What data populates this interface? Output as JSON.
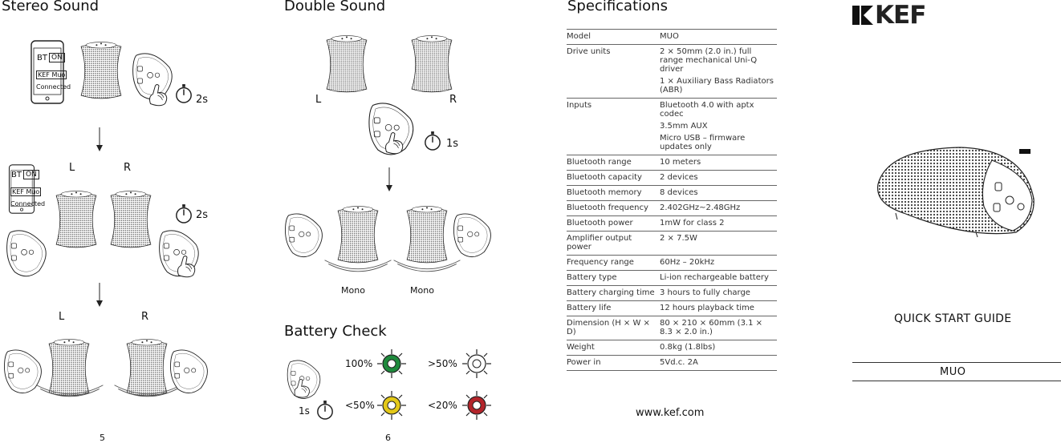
{
  "pages": {
    "left_number": "5",
    "middle_number": "6"
  },
  "stereo": {
    "title": "Stereo Sound",
    "phone1": {
      "bt": "BT",
      "on": "ON",
      "device": "KEF Muo",
      "status": "Connected"
    },
    "phone2": {
      "bt": "BT",
      "on": "ON",
      "device": "KEF Muo",
      "status": "Connected"
    },
    "timer1": "2s",
    "timer2": "2s",
    "step2_left": "L",
    "step2_right": "R",
    "step3_left": "L",
    "step3_right": "R"
  },
  "double": {
    "title": "Double Sound",
    "left": "L",
    "right": "R",
    "timer": "1s",
    "mono1": "Mono",
    "mono2": "Mono"
  },
  "battery": {
    "title": "Battery Check",
    "timer": "1s",
    "levels": [
      {
        "label": "100%",
        "color": "#1e8a3c"
      },
      {
        "label": ">50%",
        "color": "#ffffff"
      },
      {
        "label": "<50%",
        "color": "#e3c817"
      },
      {
        "label": "<20%",
        "color": "#b3242a"
      }
    ]
  },
  "specs": {
    "title": "Specifications",
    "rows": [
      {
        "key": "Model",
        "values": [
          "MUO"
        ]
      },
      {
        "key": "Drive units",
        "values": [
          "2 × 50mm (2.0 in.) full range mechanical Uni-Q driver",
          "1 × Auxiliary Bass Radiators (ABR)"
        ]
      },
      {
        "key": "Inputs",
        "values": [
          "Bluetooth 4.0 with aptx codec",
          "3.5mm AUX",
          "Micro USB – firmware updates only"
        ]
      },
      {
        "key": "Bluetooth range",
        "values": [
          "10 meters"
        ]
      },
      {
        "key": "Bluetooth capacity",
        "values": [
          "2 devices"
        ]
      },
      {
        "key": "Bluetooth memory",
        "values": [
          "8 devices"
        ]
      },
      {
        "key": "Bluetooth frequency",
        "values": [
          "2.402GHz~2.48GHz"
        ]
      },
      {
        "key": "Bluetooth power",
        "values": [
          "1mW for class 2"
        ]
      },
      {
        "key": "Amplifier output power",
        "values": [
          "2 × 7.5W"
        ]
      },
      {
        "key": "Frequency range",
        "values": [
          "60Hz – 20kHz"
        ]
      },
      {
        "key": "Battery type",
        "values": [
          "Li-ion rechargeable battery"
        ]
      },
      {
        "key": "Battery charging time",
        "values": [
          "3 hours to fully charge"
        ]
      },
      {
        "key": "Battery life",
        "values": [
          "12 hours playback time"
        ]
      },
      {
        "key": "Dimension (H × W × D)",
        "values": [
          "80 × 210 × 60mm (3.1 × 8.3 × 2.0 in.)"
        ]
      },
      {
        "key": "Weight",
        "values": [
          "0.8kg (1.8lbs)"
        ]
      },
      {
        "key": "Power in",
        "values": [
          "5Vd.c. 2A"
        ]
      }
    ],
    "website": "www.kef.com"
  },
  "cover": {
    "brand": "KEF",
    "guide_title": "QUICK START GUIDE",
    "model": "MUO"
  },
  "icons": {
    "phone": "smartphone-icon",
    "speaker": "speaker-tower-icon",
    "panel": "control-panel-icon",
    "hand": "pressing-hand-icon",
    "timer": "stopwatch-icon",
    "arrow": "arrow-down-icon",
    "led": "led-indicator-icon"
  }
}
